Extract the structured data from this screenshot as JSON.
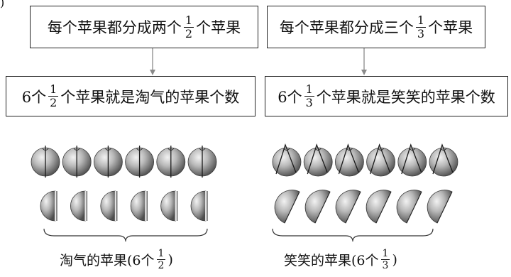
{
  "panel_left": {
    "box1": {
      "prefix": "每个苹果都分成两个",
      "frac_num": "1",
      "frac_den": "2",
      "suffix": "个苹果"
    },
    "box2": {
      "prefix": "6个",
      "frac_num": "1",
      "frac_den": "2",
      "suffix": "个苹果就是淘气的苹果个数"
    },
    "whole_apples": 6,
    "half_apples": 6,
    "caption": {
      "prefix": "淘气的苹果(6个",
      "frac_num": "1",
      "frac_den": "2",
      "suffix": ")"
    }
  },
  "panel_right": {
    "box1": {
      "prefix": "每个苹果都分成三个",
      "frac_num": "1",
      "frac_den": "3",
      "suffix": "个苹果"
    },
    "box2": {
      "prefix": "6个",
      "frac_num": "1",
      "frac_den": "3",
      "suffix": "个苹果就是笑笑的苹果个数"
    },
    "whole_apples": 6,
    "third_apples": 6,
    "caption": {
      "prefix": "笑笑的苹果(6个",
      "frac_num": "1",
      "frac_den": "3",
      "suffix": ")"
    }
  },
  "corner_mark": ")",
  "colors": {
    "line": "#222222",
    "arrow": "#8a8a8a",
    "apple_dark": "#555555",
    "apple_light": "#e8e8e8"
  }
}
